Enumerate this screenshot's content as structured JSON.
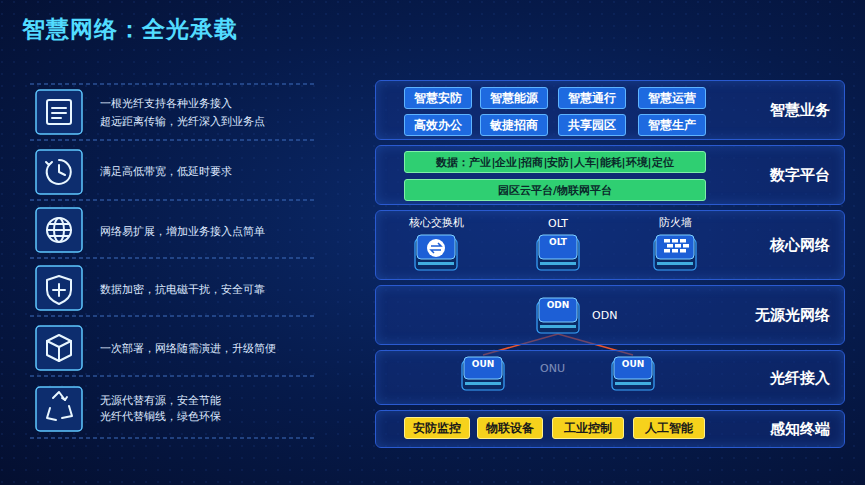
{
  "diagram": {
    "title": "智慧网络：全光承载",
    "nodes": [
      {
        "text": [
          "智慧业务"
        ]
      },
      {
        "text": [
          "智慧安防"
        ],
        "in": 0
      },
      {
        "text": [
          "智慧能源"
        ],
        "in": 0
      },
      {
        "text": [
          "智慧通行"
        ],
        "in": 0
      },
      {
        "text": [
          "智慧运营"
        ],
        "in": 0
      },
      {
        "text": [
          "高效办公"
        ],
        "in": 0
      },
      {
        "text": [
          "敏捷招商"
        ],
        "in": 0
      },
      {
        "text": [
          "共享园区"
        ],
        "in": 0
      },
      {
        "text": [
          "智慧生产"
        ],
        "in": 0
      },
      {
        "text": [
          "数字平台"
        ]
      },
      {
        "text": [
          "数据：产业|企业|招商|安防|人车|能耗|环境|定位"
        ],
        "in": 9
      },
      {
        "text": [
          "园区云平台/物联网平台"
        ],
        "in": 9
      },
      {
        "text": [
          "核心网络"
        ]
      },
      {
        "text": [
          "核心交换机"
        ],
        "in": 12
      },
      {
        "text": [
          "OLT",
          "OLT"
        ],
        "in": 12
      },
      {
        "text": [
          "防火墙"
        ],
        "in": 12
      },
      {
        "text": [
          "无源光网络"
        ]
      },
      {
        "text": [
          "ODN",
          "ODN"
        ],
        "in": 16
      },
      {
        "text": [
          "光纤接入"
        ]
      },
      {
        "text": [
          "OUN"
        ],
        "in": 18
      },
      {
        "text": [
          "OUN"
        ],
        "in": 18
      },
      {
        "text": [
          "感知终端"
        ]
      },
      {
        "text": [
          "安防监控"
        ],
        "in": 21
      },
      {
        "text": [
          "物联设备"
        ],
        "in": 21
      },
      {
        "text": [
          "工业控制"
        ],
        "in": 21
      },
      {
        "text": [
          "人工智能"
        ],
        "in": 21
      }
    ],
    "edges": [
      {
        "from": 17,
        "to": 19,
        "arrow": "none"
      },
      {
        "from": 17,
        "to": 20,
        "arrow": "none"
      }
    ],
    "labels": [
      "一根光纤支持各种业务接入",
      "超远距离传输，光纤深入到业务点",
      "满足高低带宽，低延时要求",
      "网络易扩展，增加业务接入点简单",
      "数据加密，抗电磁干扰，安全可靠",
      "一次部署，网络随需演进，升级简便",
      "无源代替有源，安全节能",
      "光纤代替铜线，绿色环保",
      "ONU"
    ]
  }
}
